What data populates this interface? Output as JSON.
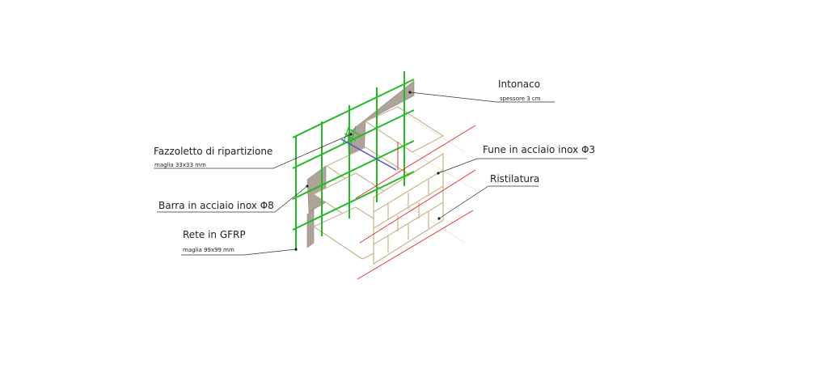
{
  "labels": {
    "intonaco": {
      "title": "Intonaco",
      "note": "spessore 3 cm"
    },
    "fune": {
      "title": "Fune in acciaio inox Φ3"
    },
    "ristilatura": {
      "title": "Ristilatura"
    },
    "fazzoletto": {
      "title": "Fazzoletto di ripartizione",
      "note": "maglia 33x33 mm"
    },
    "barra": {
      "title": "Barra in acciaio  inox Φ8"
    },
    "rete": {
      "title": "Rete in GFRP",
      "note": "maglia 99x99 mm"
    }
  },
  "colors": {
    "background": "#ffffff",
    "brick_outline": "#c9b48a",
    "mortar_joint": "#ddd7cf",
    "plaster": "#aea39a",
    "gfrp_mesh": "#22bb22",
    "steel_rope": "#e53030",
    "steel_bar": "#5050d0",
    "leader": "#333333"
  }
}
